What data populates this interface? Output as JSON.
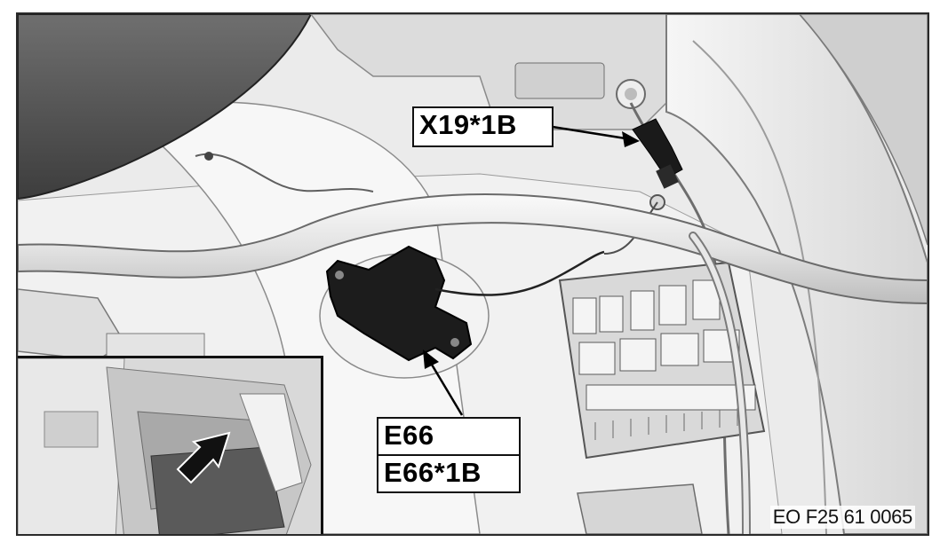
{
  "figure": {
    "labels": {
      "connector": "X19*1B",
      "component": "E66",
      "component_connector": "E66*1B"
    },
    "figure_code": "EO F25 61 0065",
    "inset": {
      "description_icon": "location-arrow-icon"
    }
  }
}
